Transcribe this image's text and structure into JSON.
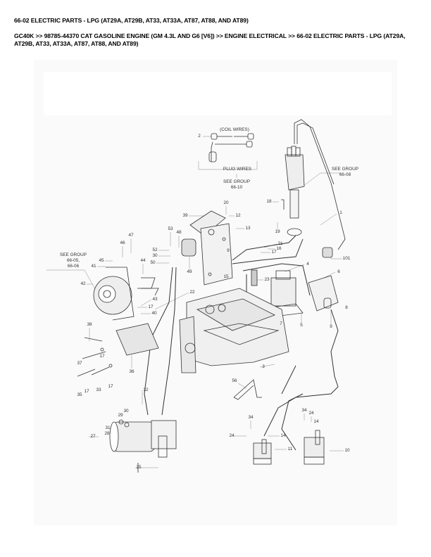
{
  "header": {
    "title": "66-02 ELECTRIC PARTS - LPG (AT29A, AT29B, AT33, AT33A, AT87, AT88, AND AT89)",
    "breadcrumb": "GC40K >> 98785-44370 CAT GASOLINE ENGINE (GM 4.3L AND G6 [V6]) >> ENGINE ELECTRICAL >> 66-02 ELECTRIC PARTS - LPG (AT29A, AT29B, AT33, AT33A, AT87, AT88, AND AT89)"
  },
  "notes": {
    "coil_wires": "(COIL WIRES)",
    "plug_wires": "PLUG WIRES",
    "see_group_66_10": [
      "SEE GROUP",
      "66-10"
    ],
    "see_group_66_08": [
      "SEE GROUP",
      "66-08"
    ],
    "see_group_66_05": [
      "SEE GROUP",
      "66-05,",
      "66-06"
    ]
  },
  "callouts": [
    "2",
    "1",
    "18",
    "20",
    "12",
    "13",
    "19",
    "39",
    "53",
    "48",
    "47",
    "46",
    "52",
    "30",
    "50",
    "49",
    "21",
    "16",
    "17",
    "9",
    "15",
    "101",
    "4",
    "6",
    "23",
    "22",
    "45",
    "44",
    "41",
    "42",
    "43",
    "17",
    "40",
    "38",
    "37",
    "17",
    "36",
    "35",
    "17",
    "33",
    "17",
    "32",
    "30",
    "29",
    "31",
    "28",
    "27",
    "25",
    "8",
    "5",
    "9",
    "7",
    "3",
    "56",
    "34",
    "24",
    "14",
    "11",
    "34",
    "24",
    "14",
    "10"
  ]
}
